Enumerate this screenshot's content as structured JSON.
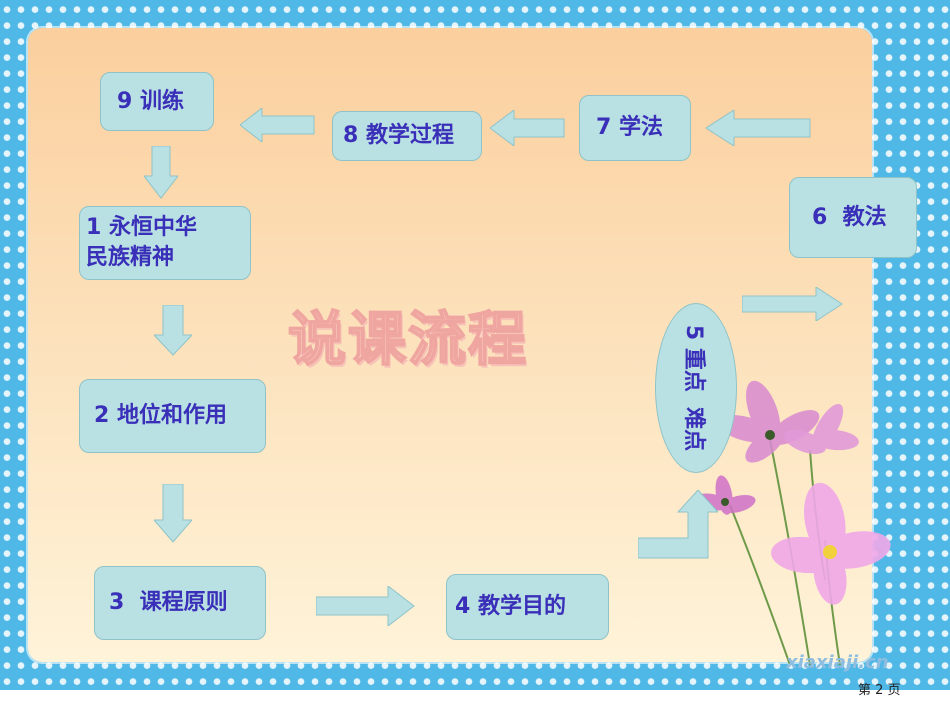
{
  "diagram": {
    "title": "说课流程",
    "steps": {
      "s1": "1 永恒中华\n民族精神",
      "s2": "2 地位和作用",
      "s3": "3  课程原则",
      "s4": "4 教学目的",
      "s5": "5 重点  难点",
      "s6": "6  教法",
      "s7": "7 学法",
      "s8": "8 教学过程",
      "s9": "9 训练"
    }
  },
  "footer": {
    "site": "xiaxiaji.cn",
    "page": "第 2 页"
  },
  "colors": {
    "box_fill": "#b9e1e3",
    "box_border": "#8fc3c8",
    "text": "#3a2fb8",
    "frame": "#4fb8e6",
    "panel": "#fcd9ae",
    "title_fill": "#fbd3c6"
  }
}
